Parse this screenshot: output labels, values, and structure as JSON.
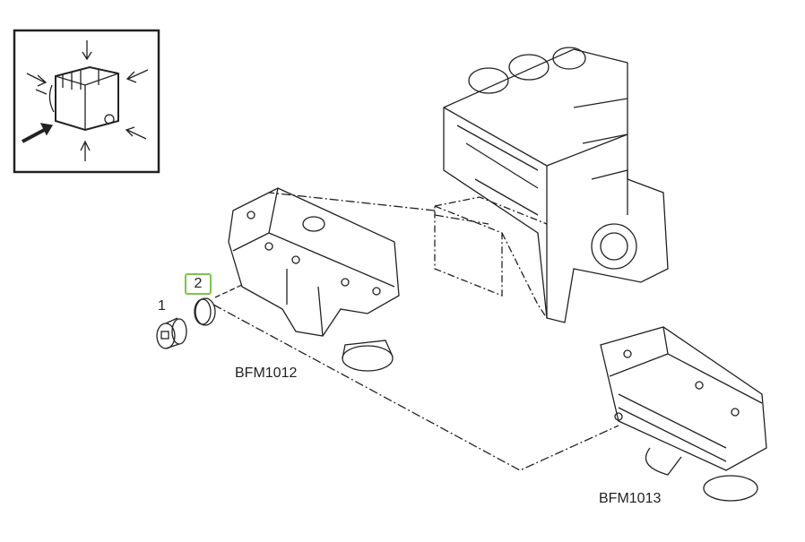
{
  "callouts": [
    {
      "number": "1"
    },
    {
      "number": "2",
      "highlighted": true,
      "highlight_color": "#7dc44a"
    }
  ],
  "variants": {
    "left": "BFM1012",
    "right": "BFM1013"
  }
}
